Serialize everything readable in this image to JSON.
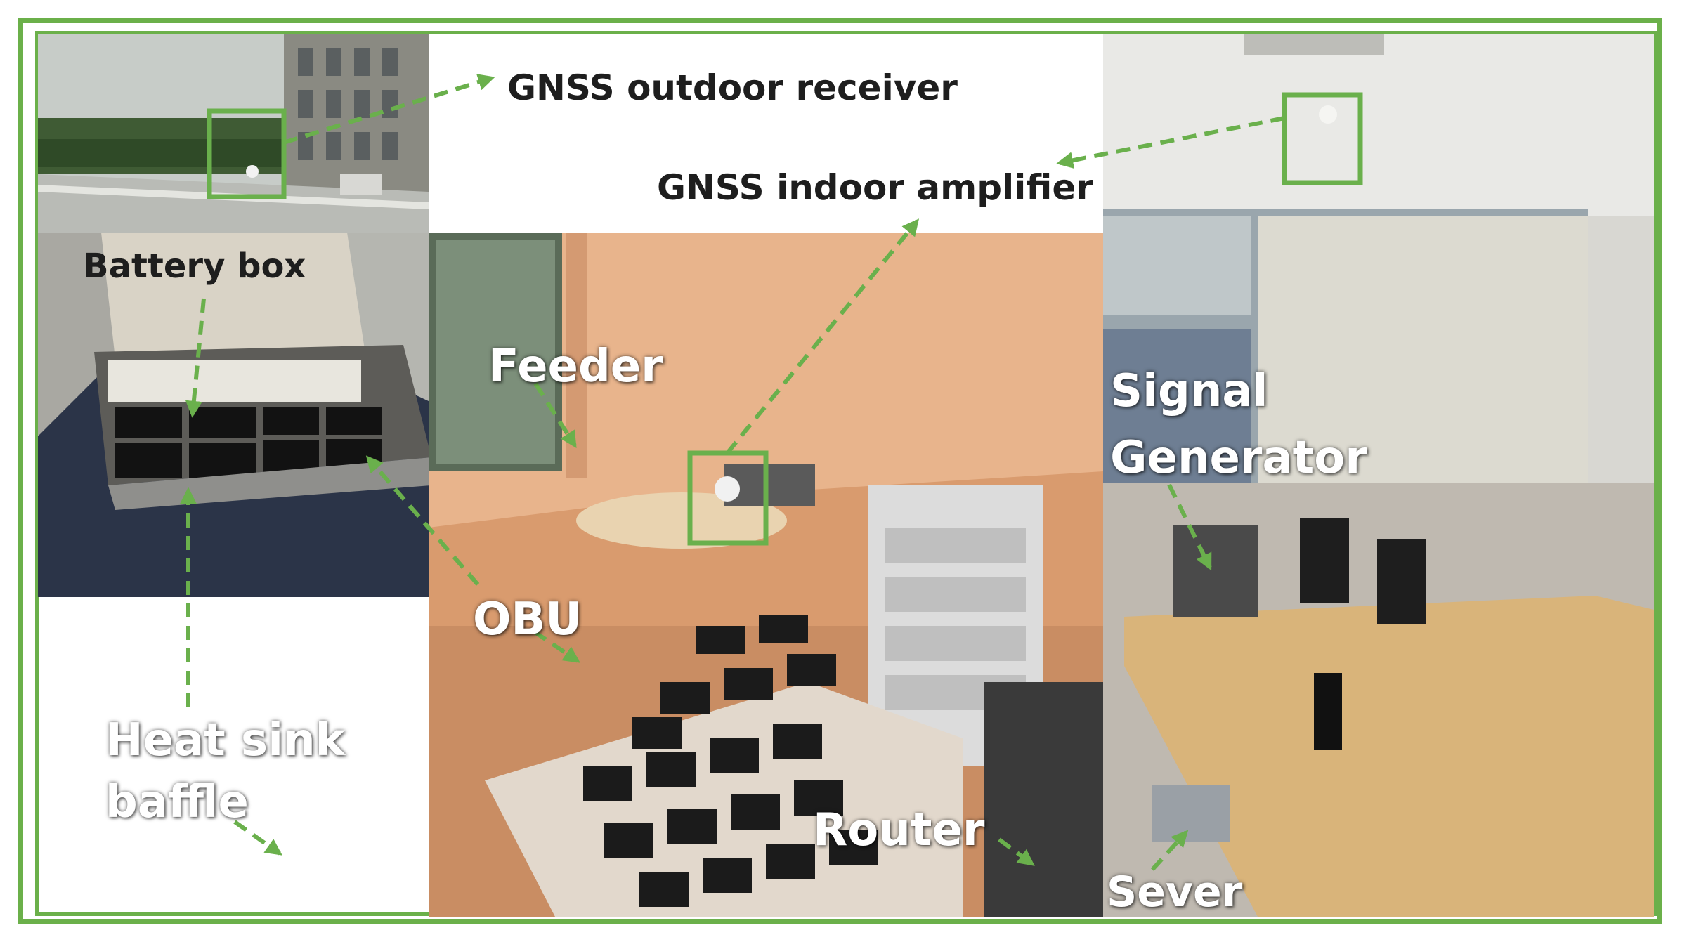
{
  "labels": {
    "gnss_outdoor_receiver": "GNSS outdoor receiver",
    "gnss_indoor_amplifier": "GNSS indoor amplifier",
    "battery_box": "Battery box",
    "feeder": "Feeder",
    "obu": "OBU",
    "heat_sink_baffle_line1": "Heat sink",
    "heat_sink_baffle_line2": "baffle",
    "signal_generator_line1": "Signal",
    "signal_generator_line2": "Generator",
    "router": "Router",
    "sever": "Sever"
  },
  "colors": {
    "frame_green": "#6bb04a",
    "annotation_green": "#6ab04c",
    "label_dark": "#1e1e1e",
    "label_light": "#ffffff"
  }
}
